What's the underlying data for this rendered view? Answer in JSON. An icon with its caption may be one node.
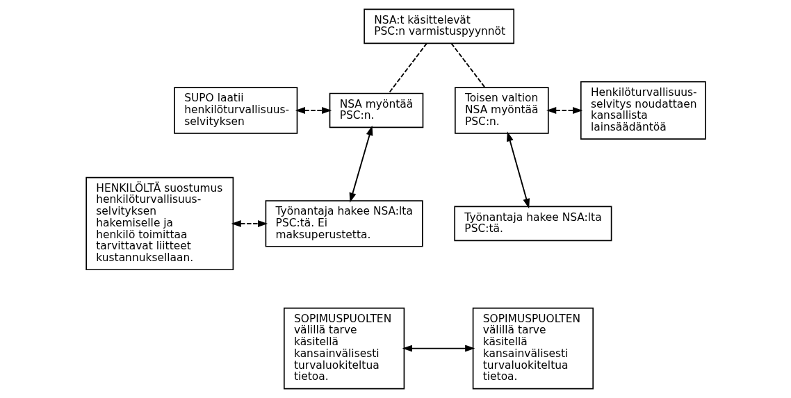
{
  "diagram": {
    "nodes": [
      {
        "text": [
          "NSA:t käsittelevät PSC:n varmistuspyynnöt"
        ]
      },
      {
        "text": [
          "SUPO laatii henkilöturvallisuus-selvityksen"
        ]
      },
      {
        "text": [
          "NSA myöntää PSC:n."
        ]
      },
      {
        "text": [
          "Toisen valtion NSA myöntää PSC:n."
        ]
      },
      {
        "text": [
          "Henkilöturvallisuus-selvitys noudattaen kansallista lainsäädäntöä"
        ]
      },
      {
        "text": [
          "HENKILÖLTÄ suostumus henkilöturvallisuus-selvityksen hakemiselle ja henkilö toimittaa tarvittavat liitteet kustannuksellaan."
        ]
      },
      {
        "text": [
          "Työnantaja hakee NSA:lta PSC:tä. Ei maksuperustetta."
        ]
      },
      {
        "text": [
          "Työnantaja hakee NSA:lta PSC:tä."
        ]
      },
      {
        "text": [
          "SOPIMUSPUOLTEN välillä tarve käsitellä kansainvälisesti turvaluokiteltua tietoa."
        ]
      },
      {
        "text": [
          "SOPIMUSPUOLTEN välillä tarve käsitellä kansainvälisesti turvaluokiteltua tietoa."
        ]
      }
    ],
    "edges": [
      {
        "from": 0,
        "to": 2,
        "arrow": "none",
        "style": "dashed"
      },
      {
        "from": 0,
        "to": 3,
        "arrow": "none",
        "style": "dashed"
      },
      {
        "from": 1,
        "to": 2,
        "arrow": "both",
        "style": "dashed"
      },
      {
        "from": 2,
        "to": 6,
        "arrow": "both"
      },
      {
        "from": 3,
        "to": 4,
        "arrow": "both",
        "style": "dashed"
      },
      {
        "from": 3,
        "to": 7,
        "arrow": "both"
      },
      {
        "from": 5,
        "to": 6,
        "arrow": "both",
        "style": "dashed"
      },
      {
        "from": 8,
        "to": 9,
        "arrow": "both"
      }
    ]
  }
}
